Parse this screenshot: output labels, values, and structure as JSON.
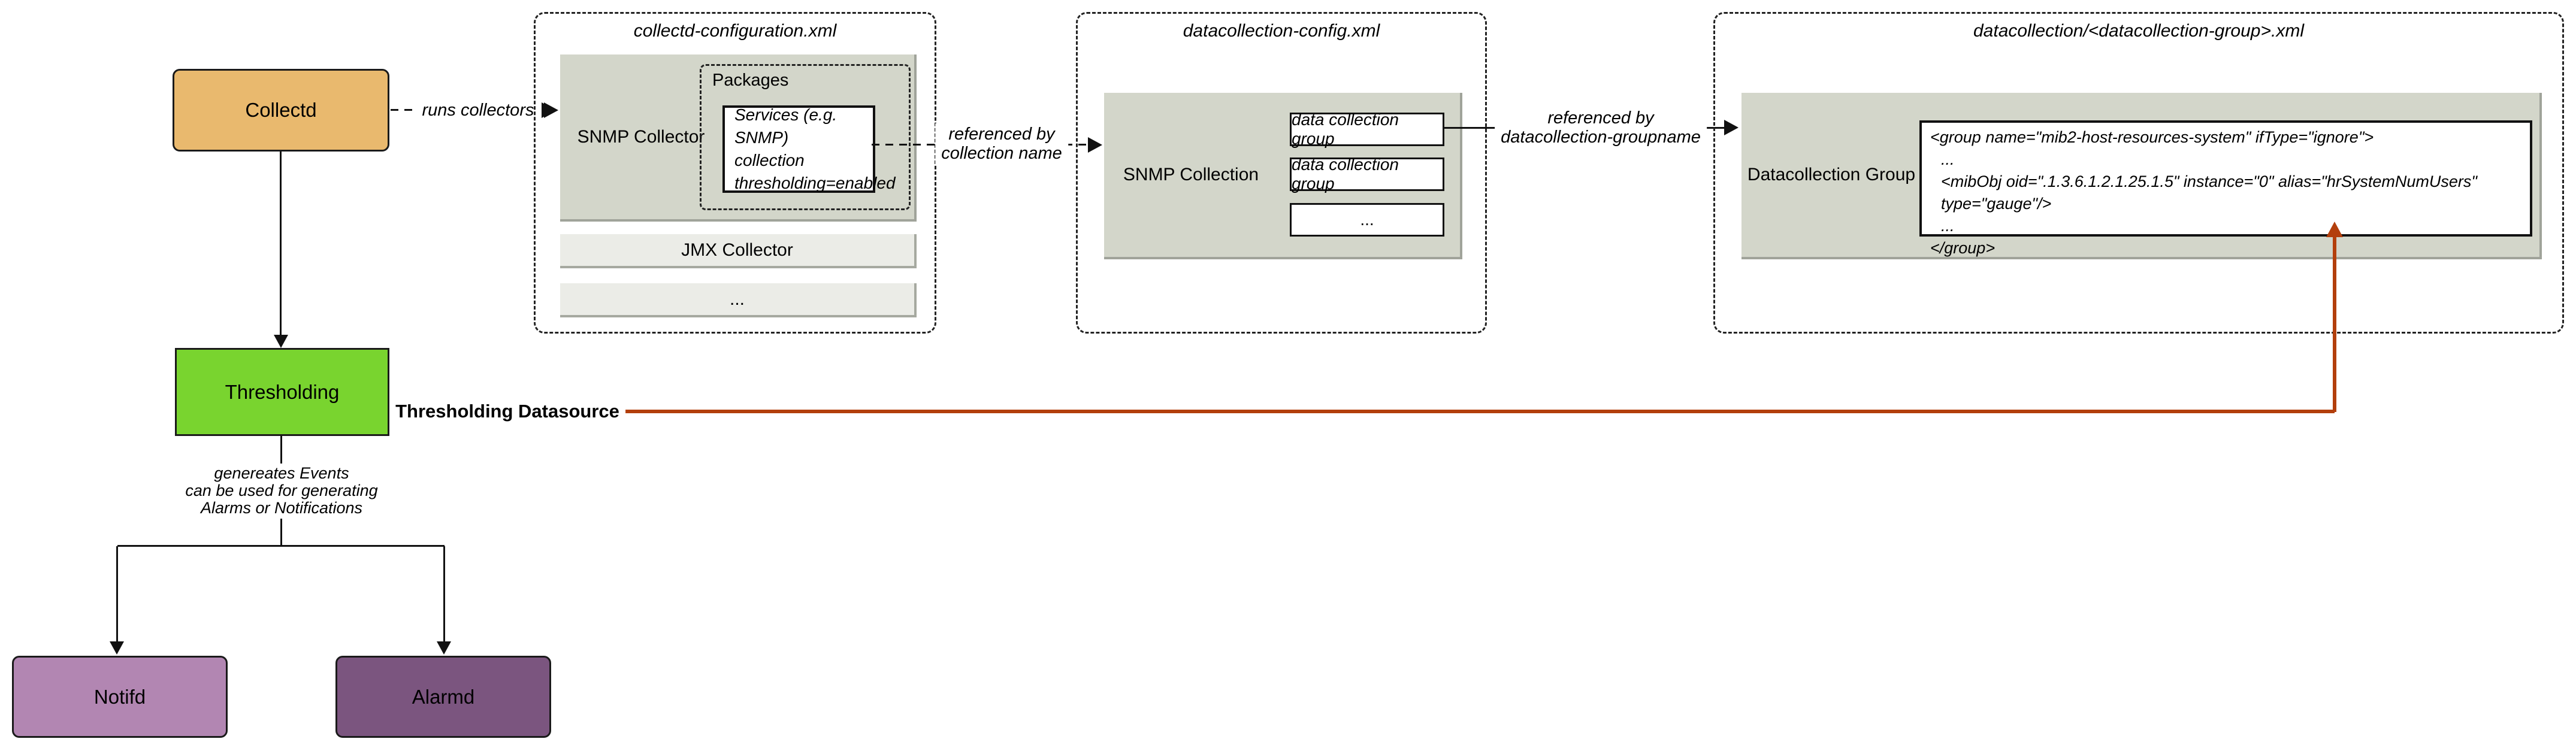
{
  "diagram": {
    "nodes": {
      "collectd": {
        "label": "Collectd"
      },
      "thresholding": {
        "label": "Thresholding"
      },
      "notifd": {
        "label": "Notifd"
      },
      "alarmd": {
        "label": "Alarmd"
      }
    },
    "panel1": {
      "title": "collectd-configuration.xml",
      "snmp_collector": "SNMP Collector",
      "packages": "Packages",
      "services": {
        "line1": "Services (e.g. SNMP)",
        "line2": "collection",
        "line3": "thresholding=enabled"
      },
      "jmx_collector": "JMX Collector",
      "ellipsis": "..."
    },
    "panel2": {
      "title": "datacollection-config.xml",
      "snmp_collection": "SNMP Collection",
      "group1": "data collection group",
      "group2": "data collection group",
      "ellipsis": "..."
    },
    "panel3": {
      "title": "datacollection/<datacollection-group>.xml",
      "group_label": "Datacollection Group",
      "xml": {
        "line1": "<group name=\"mib2-host-resources-system\" ifType=\"ignore\">",
        "line2": "...",
        "line3": "<mibObj oid=\".1.3.6.1.2.1.25.1.5\" instance=\"0\" alias=\"hrSystemNumUsers\" type=\"gauge\"/>",
        "line4": "...",
        "line5": "</group>"
      }
    },
    "edges": {
      "runs_collectors": "runs collectors",
      "ref_collection_line1": "referenced by",
      "ref_collection_line2": "collection name",
      "ref_group_line1": "referenced by",
      "ref_group_line2": "datacollection-groupname",
      "thresholding_datasource": "Thresholding Datasource",
      "generates_line1": "genereates Events",
      "generates_line2": "can be used for generating",
      "generates_line3": "Alarms or Notifications"
    },
    "colors": {
      "collectd": "#e9b96e",
      "thresholding": "#79d42f",
      "notifd": "#b286b2",
      "alarmd": "#7b557f",
      "gray_box": "#d3d6ca",
      "light_bar": "#ebece7",
      "red_line": "#b33f0c"
    }
  }
}
